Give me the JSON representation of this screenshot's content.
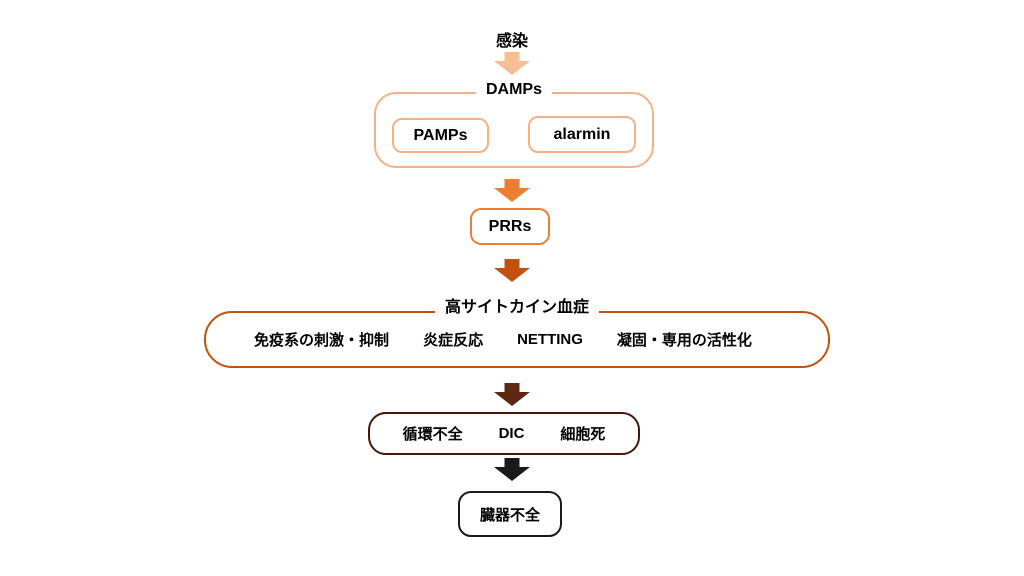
{
  "diagram": {
    "nodes": {
      "infection": "感染",
      "damps": {
        "label": "DAMPs",
        "pamps": "PAMPs",
        "alarmin": "alarmin"
      },
      "prrs": "PRRs",
      "cytokine": {
        "label": "高サイトカイン血症",
        "items": [
          "免疫系の刺激・抑制",
          "炎症反応",
          "NETTING",
          "凝固・専用の活性化"
        ]
      },
      "failure": {
        "items": [
          "循環不全",
          "DIC",
          "細胞死"
        ]
      },
      "organ": "臓器不全"
    },
    "colors": {
      "arrow_infection_to_damps": "#F6BE92",
      "damps_border": "#F4B183",
      "arrow_damps_to_prrs": "#ED7D31",
      "prrs_border": "#ED7D31",
      "arrow_prrs_to_cytokine": "#C2510E",
      "cytokine_border": "#C2510E",
      "arrow_cytokine_to_failure": "#5E2810",
      "failure_border": "#451708",
      "arrow_failure_to_organ": "#1A1A1A",
      "organ_border": "#1A1A1A",
      "text": "#000000",
      "background": "#FFFFFF"
    }
  }
}
